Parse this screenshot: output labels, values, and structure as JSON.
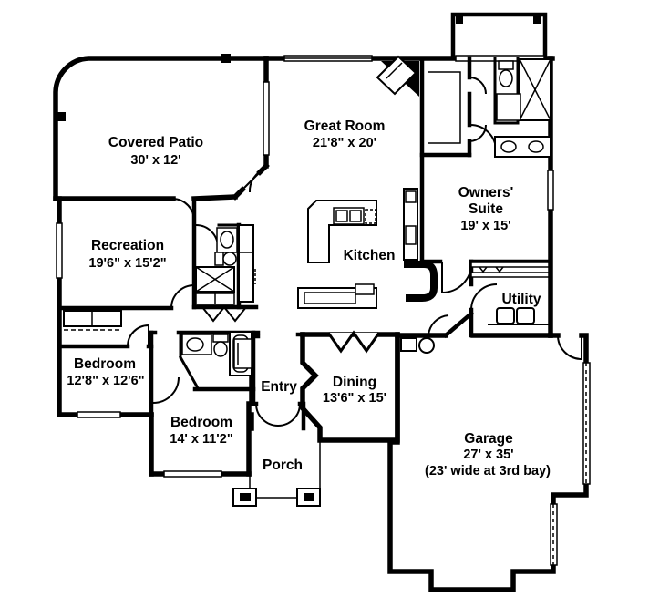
{
  "plan": {
    "type": "single-story house floor plan",
    "ink_color": "#000000",
    "background_color": "#ffffff"
  },
  "rooms": [
    {
      "id": "covered-patio",
      "name": "Covered Patio",
      "dims": "30' x 12'"
    },
    {
      "id": "great-room",
      "name": "Great Room",
      "dims": "21'8\" x 20'"
    },
    {
      "id": "owners-suite",
      "name": "Owners'",
      "name2": "Suite",
      "dims": "19' x 15'"
    },
    {
      "id": "recreation",
      "name": "Recreation",
      "dims": "19'6\" x 15'2\""
    },
    {
      "id": "kitchen",
      "name": "Kitchen"
    },
    {
      "id": "utility",
      "name": "Utility"
    },
    {
      "id": "bedroom-1",
      "name": "Bedroom",
      "dims": "12'8\" x 12'6\""
    },
    {
      "id": "bedroom-2",
      "name": "Bedroom",
      "dims": "14' x 11'2\""
    },
    {
      "id": "entry",
      "name": "Entry"
    },
    {
      "id": "dining",
      "name": "Dining",
      "dims": "13'6\" x 15'"
    },
    {
      "id": "porch",
      "name": "Porch"
    },
    {
      "id": "garage",
      "name": "Garage",
      "dims": "27' x 35'",
      "note": "(23' wide at 3rd bay)"
    }
  ],
  "fixtures": [
    "corner-fireplace",
    "kitchen-l-counter",
    "range-cooktop",
    "dishwasher",
    "kitchen-island",
    "refrigerator-cabinet",
    "oven-cabinet",
    "walk-in-closet-rod",
    "toilet",
    "shower-stall",
    "double-sink-vanity",
    "bathtub",
    "washer",
    "dryer",
    "utility-shelves",
    "water-heater",
    "furnace",
    "porch-columns",
    "window-seat",
    "french-doors",
    "garage-door-openings"
  ]
}
